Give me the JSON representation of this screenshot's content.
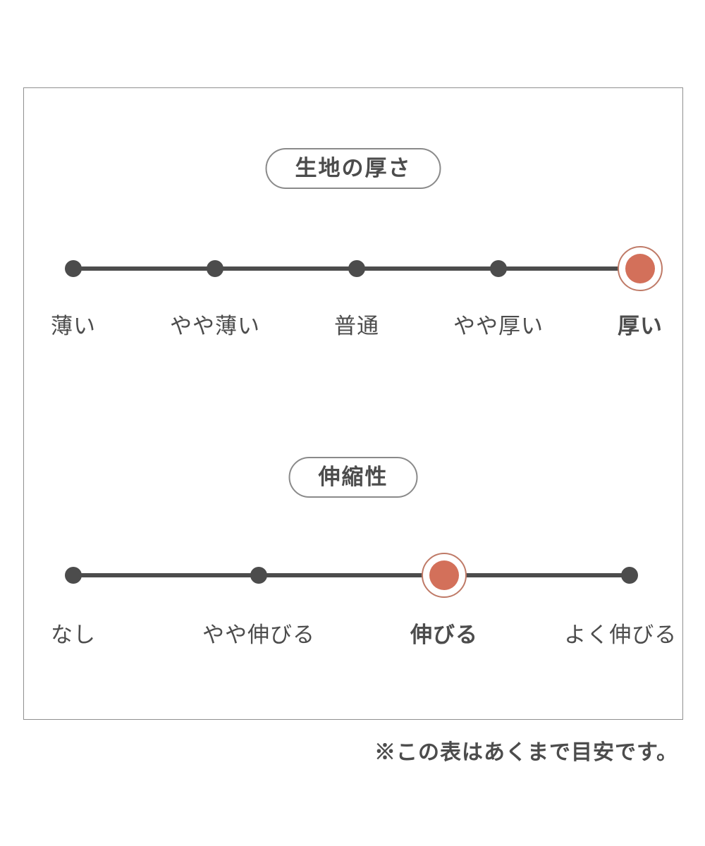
{
  "colors": {
    "ink": "#4c4c4c",
    "accent": "#d3705a",
    "ring": "#bf7a67",
    "frame": "#909090",
    "pill": "#8a8a8a",
    "bg": "#ffffff"
  },
  "chart_data": [
    {
      "type": "line",
      "title": "生地の厚さ",
      "categories": [
        "薄い",
        "やや薄い",
        "普通",
        "やや厚い",
        "厚い"
      ],
      "selected": "厚い",
      "selected_index": 4,
      "legend": "none",
      "grid": false
    },
    {
      "type": "line",
      "title": "伸縮性",
      "categories": [
        "なし",
        "やや伸びる",
        "伸びる",
        "よく伸びる"
      ],
      "selected": "伸びる",
      "selected_index": 2,
      "legend": "none",
      "grid": false
    }
  ],
  "footnote": "※この表はあくまで目安です。"
}
